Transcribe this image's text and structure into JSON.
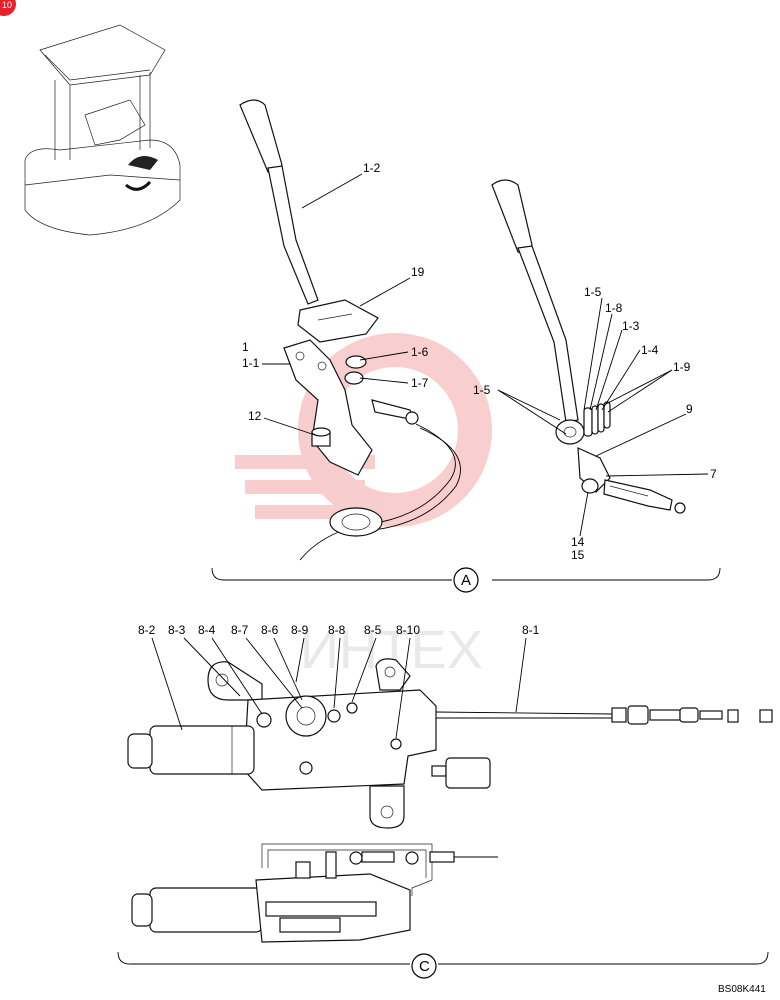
{
  "badge": {
    "text": "10",
    "color": "#e8202a"
  },
  "watermark": {
    "text": "ИНТЕХ",
    "color": "#f4a6a6"
  },
  "section_a": {
    "label": "A"
  },
  "section_c": {
    "label": "C"
  },
  "reference_code": "BS08K441",
  "callouts_a": [
    {
      "id": "c-1-2",
      "text": "1-2"
    },
    {
      "id": "c-19",
      "text": "19"
    },
    {
      "id": "c-1",
      "text": "1"
    },
    {
      "id": "c-1-1",
      "text": "1-1"
    },
    {
      "id": "c-1-6",
      "text": "1-6"
    },
    {
      "id": "c-1-7",
      "text": "1-7"
    },
    {
      "id": "c-12",
      "text": "12"
    },
    {
      "id": "c-1-5a",
      "text": "1-5"
    },
    {
      "id": "c-1-8",
      "text": "1-8"
    },
    {
      "id": "c-1-3",
      "text": "1-3"
    },
    {
      "id": "c-1-4",
      "text": "1-4"
    },
    {
      "id": "c-1-9",
      "text": "1-9"
    },
    {
      "id": "c-1-5b",
      "text": "1-5"
    },
    {
      "id": "c-9",
      "text": "9"
    },
    {
      "id": "c-7",
      "text": "7"
    },
    {
      "id": "c-14",
      "text": "14"
    },
    {
      "id": "c-15",
      "text": "15"
    }
  ],
  "callouts_c": [
    {
      "id": "c-8-2",
      "text": "8-2"
    },
    {
      "id": "c-8-3",
      "text": "8-3"
    },
    {
      "id": "c-8-4",
      "text": "8-4"
    },
    {
      "id": "c-8-7",
      "text": "8-7"
    },
    {
      "id": "c-8-6",
      "text": "8-6"
    },
    {
      "id": "c-8-9",
      "text": "8-9"
    },
    {
      "id": "c-8-8",
      "text": "8-8"
    },
    {
      "id": "c-8-5",
      "text": "8-5"
    },
    {
      "id": "c-8-10",
      "text": "8-10"
    },
    {
      "id": "c-8-1",
      "text": "8-1"
    }
  ]
}
